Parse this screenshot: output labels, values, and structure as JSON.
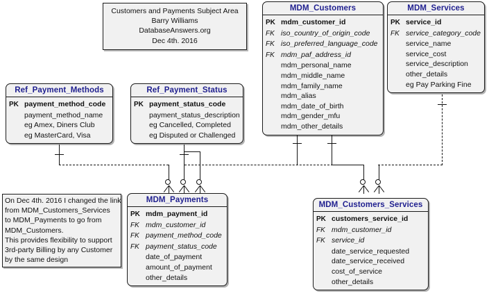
{
  "diagram": {
    "kind": "entity-relationship-diagram",
    "title_block": {
      "lines": [
        "Customers and Payments Subject Area",
        "Barry Williams",
        "DatabaseAnswers.org",
        "Dec 4th. 2016"
      ]
    },
    "note_block": {
      "lines": [
        "On Dec 4th. 2016 I changed the link",
        "from MDM_Customers_Services",
        "to MDM_Payments to go from",
        "MDM_Customers.",
        "This provides flexibility to support",
        "3rd-party Billing by any Customer",
        "by the same design"
      ]
    },
    "colors": {
      "entity_title": "#1f1f8f",
      "entity_fill": "#f1f1f1",
      "border": "#1a1a1a",
      "text": "#101010",
      "page": "#ffffff"
    },
    "entities": [
      {
        "name": "MDM_Customers",
        "attributes": [
          {
            "key": "PK",
            "name": "mdm_customer_id"
          },
          {
            "key": "FK",
            "name": "iso_country_of_origin_code"
          },
          {
            "key": "FK",
            "name": "iso_preferred_language_code"
          },
          {
            "key": "FK",
            "name": "mdm_paf_address_id"
          },
          {
            "key": "",
            "name": "mdm_personal_name"
          },
          {
            "key": "",
            "name": "mdm_middle_name"
          },
          {
            "key": "",
            "name": "mdm_family_name"
          },
          {
            "key": "",
            "name": "mdm_alias"
          },
          {
            "key": "",
            "name": "mdm_date_of_birth"
          },
          {
            "key": "",
            "name": "mdm_gender_mfu"
          },
          {
            "key": "",
            "name": "mdm_other_details"
          }
        ]
      },
      {
        "name": "MDM_Services",
        "attributes": [
          {
            "key": "PK",
            "name": "service_id"
          },
          {
            "key": "FK",
            "name": "service_category_code"
          },
          {
            "key": "",
            "name": "service_name"
          },
          {
            "key": "",
            "name": "service_cost"
          },
          {
            "key": "",
            "name": "service_description"
          },
          {
            "key": "",
            "name": "other_details"
          },
          {
            "key": "",
            "name": "eg Pay Parking Fine"
          }
        ]
      },
      {
        "name": "Ref_Payment_Methods",
        "attributes": [
          {
            "key": "PK",
            "name": "payment_method_code"
          },
          {
            "key": "",
            "name": "payment_method_name"
          },
          {
            "key": "",
            "name": "eg Amex, Diners Club"
          },
          {
            "key": "",
            "name": "eg MasterCard, Visa"
          }
        ]
      },
      {
        "name": "Ref_Payment_Status",
        "attributes": [
          {
            "key": "PK",
            "name": "payment_status_code"
          },
          {
            "key": "",
            "name": "payment_status_description"
          },
          {
            "key": "",
            "name": "eg Cancelled, Completed"
          },
          {
            "key": "",
            "name": "eg Disputed or Challenged"
          }
        ]
      },
      {
        "name": "MDM_Payments",
        "attributes": [
          {
            "key": "PK",
            "name": "mdm_payment_id"
          },
          {
            "key": "FK",
            "name": "mdm_customer_id"
          },
          {
            "key": "FK",
            "name": "payment_method_code"
          },
          {
            "key": "FK",
            "name": "payment_status_code"
          },
          {
            "key": "",
            "name": "date_of_payment"
          },
          {
            "key": "",
            "name": "amount_of_payment"
          },
          {
            "key": "",
            "name": "other_details"
          }
        ]
      },
      {
        "name": "MDM_Customers_Services",
        "attributes": [
          {
            "key": "PK",
            "name": "customers_service_id"
          },
          {
            "key": "FK",
            "name": "mdm_customer_id"
          },
          {
            "key": "FK",
            "name": "service_id"
          },
          {
            "key": "",
            "name": "date_service_requested"
          },
          {
            "key": "",
            "name": "date_service_received"
          },
          {
            "key": "",
            "name": "cost_of_service"
          },
          {
            "key": "",
            "name": "other_details"
          }
        ]
      }
    ],
    "relationships": [
      {
        "from": "Ref_Payment_Methods",
        "to": "MDM_Payments",
        "from_cardinality": "one",
        "to_cardinality": "zero-or-many"
      },
      {
        "from": "Ref_Payment_Status",
        "to": "MDM_Payments",
        "from_cardinality": "one",
        "to_cardinality": "zero-or-many"
      },
      {
        "from": "MDM_Customers",
        "to": "MDM_Payments",
        "from_cardinality": "one",
        "to_cardinality": "zero-or-many"
      },
      {
        "from": "MDM_Customers",
        "to": "MDM_Customers_Services",
        "from_cardinality": "one",
        "to_cardinality": "zero-or-many"
      },
      {
        "from": "MDM_Services",
        "to": "MDM_Customers_Services",
        "from_cardinality": "one",
        "to_cardinality": "zero-or-many"
      }
    ]
  }
}
